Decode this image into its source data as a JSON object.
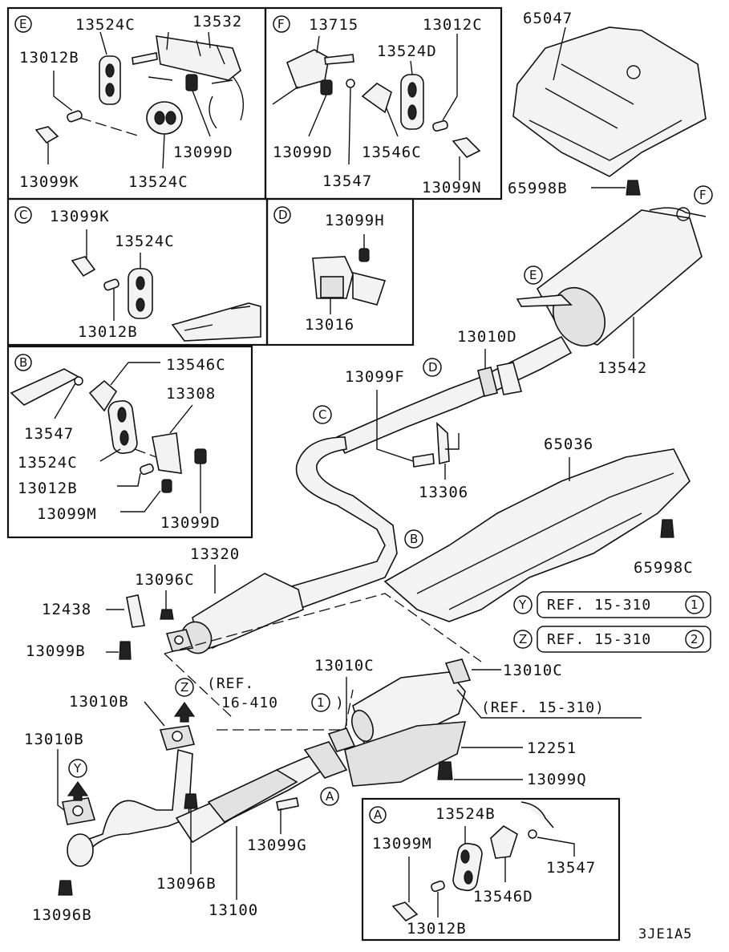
{
  "diagram_id": "3JE1A5",
  "insets": {
    "E": {
      "letter": "E",
      "labels": [
        "13524C",
        "13532",
        "13012B",
        "13099D",
        "13099K",
        "13524C"
      ]
    },
    "F": {
      "letter": "F",
      "labels": [
        "13715",
        "13012C",
        "13524D",
        "13099D",
        "13546C",
        "13547",
        "13099N"
      ]
    },
    "C": {
      "letter": "C",
      "labels": [
        "13099K",
        "13524C",
        "13012B"
      ]
    },
    "D": {
      "letter": "D",
      "labels": [
        "13099H",
        "13016"
      ]
    },
    "B": {
      "letter": "B",
      "labels": [
        "13546C",
        "13308",
        "13547",
        "13524C",
        "13012B",
        "13099M",
        "13099D"
      ]
    },
    "A": {
      "letter": "A",
      "labels": [
        "13524B",
        "13099M",
        "13547",
        "13546D",
        "13012B"
      ]
    }
  },
  "main_labels": {
    "heat_shield_top": "65047",
    "bolt_65998B": "65998B",
    "muffler": "13542",
    "gasket_13010D": "13010D",
    "bolt_13099F": "13099F",
    "bracket_13306": "13306",
    "heat_shield_center": "65036",
    "bolt_65998C": "65998C",
    "center_pipe": "13320",
    "nut_13096C": "13096C",
    "part_12438": "12438",
    "bolt_13099B": "13099B",
    "gasket_13010C_a": "13010C",
    "gasket_13010C_b": "13010C",
    "gasket_13010B_a": "13010B",
    "gasket_13010B_b": "13010B",
    "catalytic_12251": "12251",
    "bolt_13099Q": "13099Q",
    "bolt_13099G": "13099G",
    "nut_13096B_a": "13096B",
    "nut_13096B_b": "13096B",
    "front_pipe": "13100"
  },
  "refs": {
    "y_ref": {
      "letter": "Y",
      "text": "REF. 15-310",
      "num": "1"
    },
    "z_ref": {
      "letter": "Z",
      "text": "REF. 15-310",
      "num": "2"
    },
    "ref_16": {
      "line1": "(REF.",
      "line2": "16-410",
      "num": "1",
      "close": ")"
    },
    "ref_15": "(REF. 15-310)"
  },
  "callouts": {
    "B": "B",
    "C": "C",
    "D": "D",
    "E": "E",
    "F": "F",
    "A": "A",
    "Y": "Y",
    "Z": "Z"
  }
}
